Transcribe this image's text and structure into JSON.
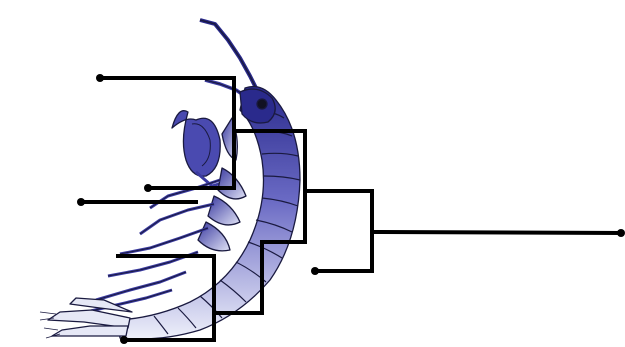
{
  "figure": {
    "subject_icon": "amphipod-crustacean-illustration",
    "colors": {
      "background": "#ffffff",
      "tree_line": "#000000",
      "body_dark": "#2a2a8c",
      "body_mid": "#6a6ac4",
      "body_light": "#eef0fa",
      "outline": "#1a1a40"
    },
    "tree": {
      "type": "dendrogram",
      "leaf_count": 5,
      "node_count": 4,
      "labels_visible": false
    }
  }
}
